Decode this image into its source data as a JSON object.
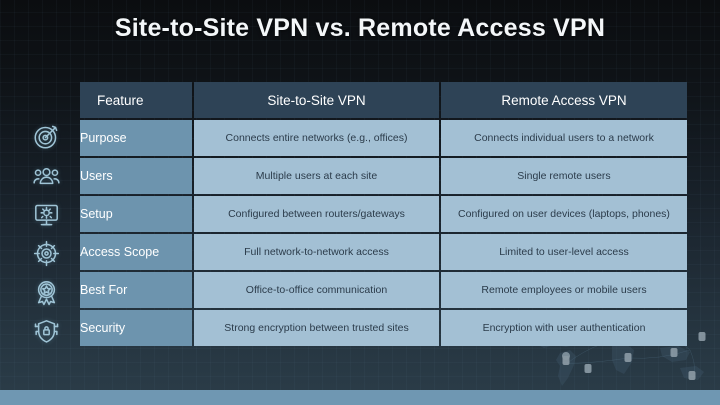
{
  "slide": {
    "title": "Site-to-Site VPN vs. Remote Access VPN",
    "background_top": "#0b0d10",
    "background_bottom": "#2b3d49",
    "accent_bar_color": "#6f97b2"
  },
  "table": {
    "header_bg": "#2e4356",
    "feature_col_bg": "#6d94ae",
    "value_cell_bg": "#a3c0d4",
    "columns": [
      "Feature",
      "Site-to-Site VPN",
      "Remote Access VPN"
    ],
    "rows": [
      {
        "icon": "target-icon",
        "feature": "Purpose",
        "site_to_site": "Connects entire networks (e.g., offices)",
        "remote_access": "Connects individual users to a network"
      },
      {
        "icon": "users-group-icon",
        "feature": "Users",
        "site_to_site": "Multiple users at each site",
        "remote_access": "Single remote users"
      },
      {
        "icon": "monitor-gear-icon",
        "feature": "Setup",
        "site_to_site": "Configured between routers/gateways",
        "remote_access": "Configured on user devices (laptops, phones)"
      },
      {
        "icon": "crosshair-icon",
        "feature": "Access Scope",
        "site_to_site": "Full network-to-network access",
        "remote_access": "Limited to user-level access"
      },
      {
        "icon": "award-ribbon-icon",
        "feature": "Best For",
        "site_to_site": "Office-to-office communication",
        "remote_access": "Remote employees or mobile users"
      },
      {
        "icon": "shield-lock-icon",
        "feature": "Security",
        "site_to_site": "Strong encryption between trusted sites",
        "remote_access": "Encryption with user authentication"
      }
    ]
  },
  "decoration": {
    "world_map": "world-map-icon",
    "map_pins": 9
  }
}
